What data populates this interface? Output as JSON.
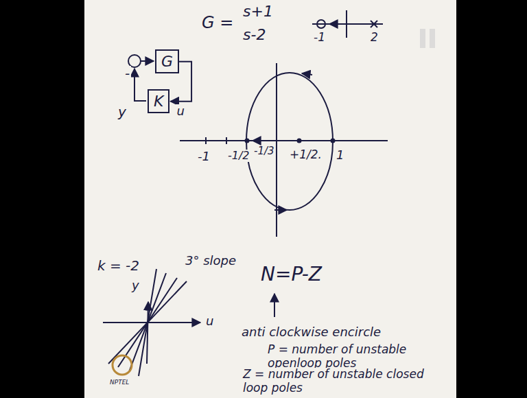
{
  "diagram": {
    "nodes": [
      {
        "text": [
          "G"
        ]
      },
      {
        "text": [
          "K"
        ]
      }
    ],
    "edges": [
      {
        "from": 0,
        "to": 1,
        "arrow": "to",
        "label": "u"
      }
    ],
    "labels": [
      "-",
      "y",
      "G =",
      "s+1",
      "s-2",
      "-1",
      "2",
      "-1",
      "-1/2",
      "-1/3",
      "+1/2.",
      "1",
      "k = -2",
      "3° slope",
      "y",
      "u",
      "N=P-Z",
      "anti clockwise encircle",
      "P = number of unstable openloop poles",
      "Z = number of unstable closed loop poles",
      "NPTEL"
    ]
  }
}
